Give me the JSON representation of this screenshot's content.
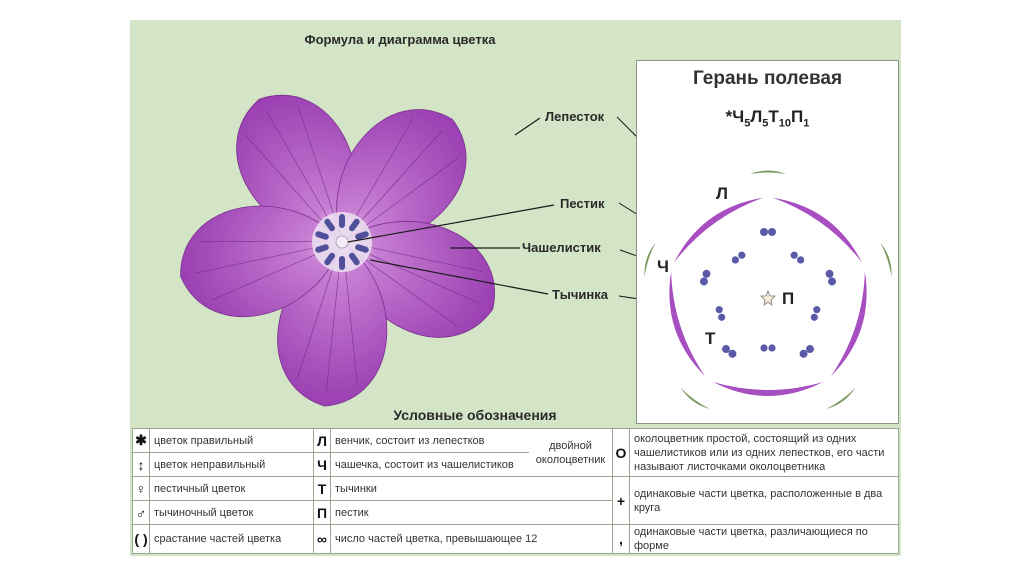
{
  "page_title": "Формула и диаграмма цветка",
  "flower_labels": {
    "petal": "Лепесток",
    "pistil": "Пестик",
    "sepal": "Чашелистик",
    "stamen": "Тычинка"
  },
  "diagram": {
    "title": "Герань полевая",
    "formula": {
      "star": "*",
      "parts": [
        {
          "letter": "Ч",
          "count": "5"
        },
        {
          "letter": "Л",
          "count": "5"
        },
        {
          "letter": "Т",
          "count": "10"
        },
        {
          "letter": "П",
          "count": "1"
        }
      ]
    },
    "labels": {
      "corolla": "Л",
      "calyx": "Ч",
      "pistil": "П",
      "stamens": "Т"
    }
  },
  "legend": {
    "title": "Условные обозначения",
    "rows": [
      {
        "sym": "✱",
        "text": "цветок правильный",
        "sym2": "Л",
        "text2": "венчик, состоит из лепестков"
      },
      {
        "sym": "↕",
        "text": "цветок неправильный",
        "sym2": "Ч",
        "text2": "чашечка, состоит из чашелистиков"
      },
      {
        "sym": "♀",
        "text": "пестичный цветок",
        "sym2": "Т",
        "text2": "тычинки"
      },
      {
        "sym": "♂",
        "text": "тычиночный цветок",
        "sym2": "П",
        "text2": "пестик"
      },
      {
        "sym": "( )",
        "text": "срастание частей цветка",
        "sym2": "∞",
        "text2": "число частей цветка, превышающее 12"
      }
    ],
    "double_perianth": "двойной околоцветник",
    "o_sym": "О",
    "o_text": "околоцветник простой, состоящий из одних чашелистиков или из одних лепестков, его части называют листочками околоцветника",
    "plus_sym": "+",
    "plus_text": "одинаковые части цветка, расположенные в два круга",
    "comma_sym": ",",
    "comma_text": "одинаковые части цветка, различающиеся по форме"
  },
  "colors": {
    "background": "#d4e4c6",
    "petal": "#a34ab8",
    "petal_light": "#c478d2",
    "sepal": "#6a9a4e",
    "stamen": "#5b5b9e"
  }
}
